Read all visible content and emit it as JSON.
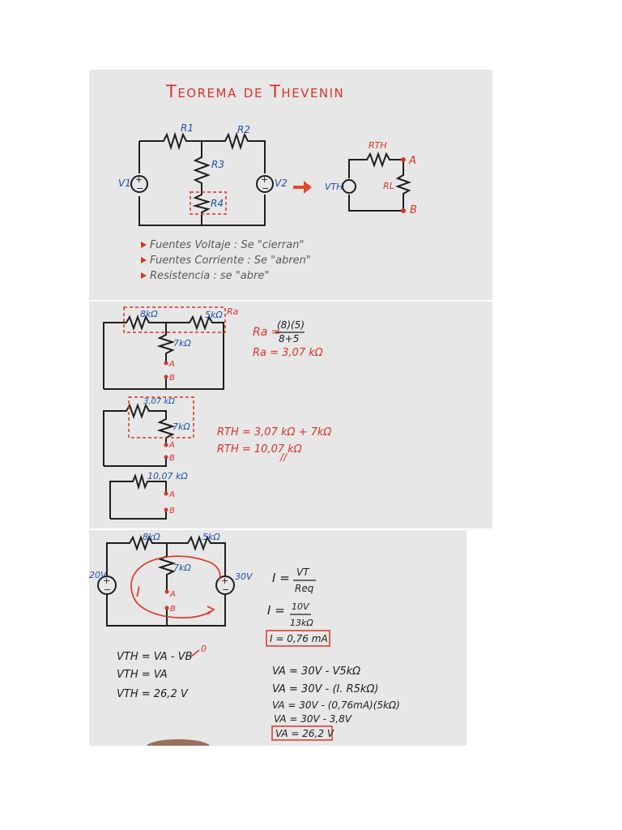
{
  "panel1": {
    "title": "Teorema de Thevenin",
    "labels": {
      "r1": "R1",
      "r2": "R2",
      "r3": "R3",
      "r4": "R4",
      "v1": "V1",
      "v2": "V2",
      "rth": "RTH",
      "vth": "VTH",
      "rl": "RL",
      "a": "A",
      "b": "B"
    },
    "rules": [
      "Fuentes Voltaje : Se \"cierran\"",
      "Fuentes Corriente : Se \"abren\"",
      "Resistencia : se \"abre\""
    ]
  },
  "panel2": {
    "labels": {
      "r8k": "8kΩ",
      "r5k": "5kΩ",
      "ra": "Ra",
      "r7k": "7kΩ",
      "a": "A",
      "b": "B",
      "r307": "3,07 kΩ",
      "r1007": "10,07 kΩ"
    },
    "eq1_lhs": "Ra =",
    "eq1_num": "(8)(5)",
    "eq1_den": "8+5",
    "eq2": "Ra = 3,07 kΩ",
    "eq3": "RTH = 3,07 kΩ + 7kΩ",
    "eq4": "RTH = 10,07 kΩ",
    "eq4_mark": "//"
  },
  "panel3": {
    "labels": {
      "r8k": "8kΩ",
      "r5k": "5kΩ",
      "r7k": "7kΩ",
      "v20": "20V",
      "v30": "30V",
      "i": "I",
      "a": "A",
      "b": "B"
    },
    "i_lhs": "I =",
    "i_num": "VT",
    "i_den": "Req",
    "i2_lhs": "I =",
    "i2_num": "10V",
    "i2_den": "13kΩ",
    "i_result": "I = 0,76 mA",
    "vth_lines": [
      "VTH = VA - VB",
      "VTH = VA",
      "VTH = 26,2 V"
    ],
    "vb_zero": "0",
    "va_lines": [
      "VA = 30V - V5kΩ",
      "VA = 30V - (I. R5kΩ)",
      "VA = 30V - (0,76mA)(5kΩ)",
      "VA = 30V - 3,8V"
    ],
    "va_result": "VA = 26,2 V"
  },
  "colors": {
    "ink_blue": "#1f4fa8",
    "ink_red": "#d8342a",
    "ink_black": "#1e1e1e",
    "board": "#e6e7e6"
  }
}
